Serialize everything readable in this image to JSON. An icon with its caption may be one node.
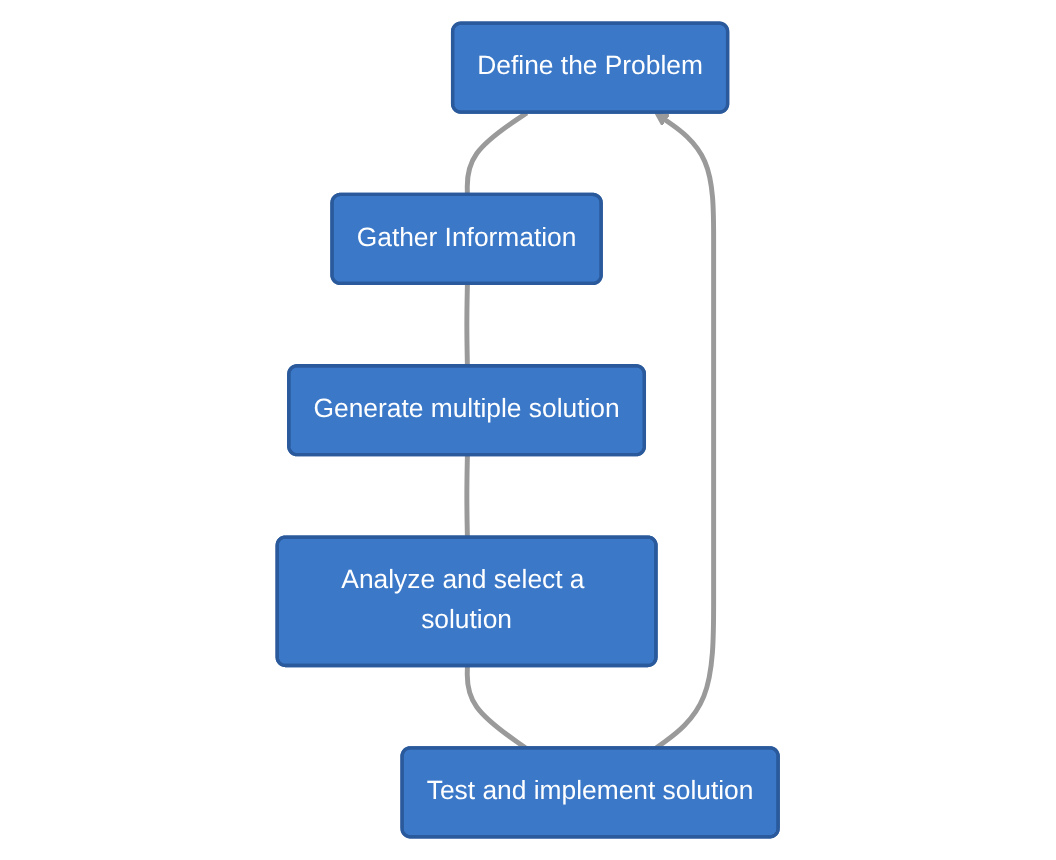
{
  "diagram": {
    "nodes": [
      {
        "text": [
          "Define the Problem"
        ]
      },
      {
        "text": [
          "Gather Information"
        ]
      },
      {
        "text": [
          "Generate multiple solution"
        ]
      },
      {
        "text": [
          "Analyze and select a solution"
        ]
      },
      {
        "text": [
          "Test and implement solution"
        ]
      }
    ],
    "edges": [
      {
        "from": 0,
        "to": 1,
        "arrow": "none"
      },
      {
        "from": 1,
        "to": 2,
        "arrow": "none"
      },
      {
        "from": 2,
        "to": 3,
        "arrow": "none"
      },
      {
        "from": 3,
        "to": 4,
        "arrow": "none"
      },
      {
        "from": 4,
        "to": 0,
        "arrow": "to"
      }
    ]
  }
}
